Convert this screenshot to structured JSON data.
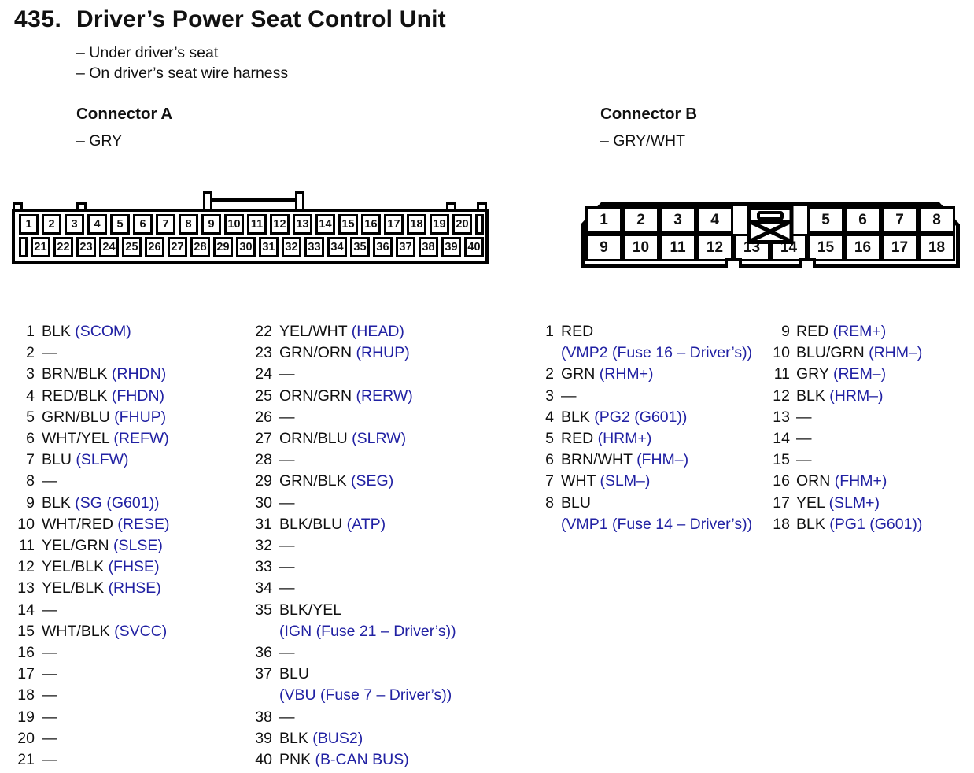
{
  "page": {
    "number": "435.",
    "title": "Driver’s Power Seat Control Unit",
    "locations": [
      "– Under driver’s seat",
      "– On driver’s seat wire harness"
    ]
  },
  "colors": {
    "signal_blue": "#2121a3",
    "outline_black": "#000000"
  },
  "connector_a": {
    "label": "Connector A",
    "color_note": "– GRY",
    "top_row_pins": [
      "1",
      "2",
      "3",
      "4",
      "5",
      "6",
      "7",
      "8",
      "9",
      "10",
      "11",
      "12",
      "13",
      "14",
      "15",
      "16",
      "17",
      "18",
      "19",
      "20",
      ""
    ],
    "bottom_row_pins": [
      "",
      "21",
      "22",
      "23",
      "24",
      "25",
      "26",
      "27",
      "28",
      "29",
      "30",
      "31",
      "32",
      "33",
      "34",
      "35",
      "36",
      "37",
      "38",
      "39",
      "40"
    ],
    "pins_col1": [
      {
        "pin": "1",
        "wire": "BLK",
        "signal": "(SCOM)"
      },
      {
        "pin": "2",
        "wire": "—"
      },
      {
        "pin": "3",
        "wire": "BRN/BLK",
        "signal": "(RHDN)"
      },
      {
        "pin": "4",
        "wire": "RED/BLK",
        "signal": "(FHDN)"
      },
      {
        "pin": "5",
        "wire": "GRN/BLU",
        "signal": "(FHUP)"
      },
      {
        "pin": "6",
        "wire": "WHT/YEL",
        "signal": "(REFW)"
      },
      {
        "pin": "7",
        "wire": "BLU",
        "signal": "(SLFW)"
      },
      {
        "pin": "8",
        "wire": "—"
      },
      {
        "pin": "9",
        "wire": "BLK",
        "signal": "(SG (G601))"
      },
      {
        "pin": "10",
        "wire": "WHT/RED",
        "signal": "(RESE)"
      },
      {
        "pin": "11",
        "wire": "YEL/GRN",
        "signal": "(SLSE)"
      },
      {
        "pin": "12",
        "wire": "YEL/BLK",
        "signal": "(FHSE)"
      },
      {
        "pin": "13",
        "wire": "YEL/BLK",
        "signal": "(RHSE)"
      },
      {
        "pin": "14",
        "wire": "—"
      },
      {
        "pin": "15",
        "wire": "WHT/BLK",
        "signal": "(SVCC)"
      },
      {
        "pin": "16",
        "wire": "—"
      },
      {
        "pin": "17",
        "wire": "—"
      },
      {
        "pin": "18",
        "wire": "—"
      },
      {
        "pin": "19",
        "wire": "—"
      },
      {
        "pin": "20",
        "wire": "—"
      },
      {
        "pin": "21",
        "wire": "—"
      }
    ],
    "pins_col2": [
      {
        "pin": "22",
        "wire": "YEL/WHT",
        "signal": "(HEAD)"
      },
      {
        "pin": "23",
        "wire": "GRN/ORN",
        "signal": "(RHUP)"
      },
      {
        "pin": "24",
        "wire": "—"
      },
      {
        "pin": "25",
        "wire": "ORN/GRN",
        "signal": "(RERW)"
      },
      {
        "pin": "26",
        "wire": "—"
      },
      {
        "pin": "27",
        "wire": "ORN/BLU",
        "signal": "(SLRW)"
      },
      {
        "pin": "28",
        "wire": "—"
      },
      {
        "pin": "29",
        "wire": "GRN/BLK",
        "signal": "(SEG)"
      },
      {
        "pin": "30",
        "wire": "—"
      },
      {
        "pin": "31",
        "wire": "BLK/BLU",
        "signal": "(ATP)"
      },
      {
        "pin": "32",
        "wire": "—"
      },
      {
        "pin": "33",
        "wire": "—"
      },
      {
        "pin": "34",
        "wire": "—"
      },
      {
        "pin": "35",
        "wire": "BLK/YEL",
        "signal": "(IGN (Fuse 21 – Driver’s))",
        "wrap": true
      },
      {
        "pin": "36",
        "wire": "—"
      },
      {
        "pin": "37",
        "wire": "BLU",
        "signal": "(VBU (Fuse 7 – Driver’s))",
        "wrap": true
      },
      {
        "pin": "38",
        "wire": "—"
      },
      {
        "pin": "39",
        "wire": "BLK",
        "signal": "(BUS2)"
      },
      {
        "pin": "40",
        "wire": "PNK",
        "signal": "(B-CAN BUS)"
      }
    ]
  },
  "connector_b": {
    "label": "Connector B",
    "color_note": "– GRY/WHT",
    "top_left_pins": [
      "1",
      "2",
      "3",
      "4"
    ],
    "top_right_pins": [
      "5",
      "6",
      "7",
      "8"
    ],
    "bottom_row_pins": [
      "9",
      "10",
      "11",
      "12",
      "13",
      "14",
      "15",
      "16",
      "17",
      "18"
    ],
    "pins_col1": [
      {
        "pin": "1",
        "wire": "RED",
        "signal": "(VMP2 (Fuse 16 – Driver’s))",
        "wrap": true
      },
      {
        "pin": "2",
        "wire": "GRN",
        "signal": "(RHM+)"
      },
      {
        "pin": "3",
        "wire": "—"
      },
      {
        "pin": "4",
        "wire": "BLK",
        "signal": "(PG2 (G601))"
      },
      {
        "pin": "5",
        "wire": "RED",
        "signal": "(HRM+)"
      },
      {
        "pin": "6",
        "wire": "BRN/WHT",
        "signal": "(FHM–)"
      },
      {
        "pin": "7",
        "wire": "WHT",
        "signal": "(SLM–)"
      },
      {
        "pin": "8",
        "wire": "BLU",
        "signal": "(VMP1 (Fuse 14 – Driver’s))",
        "wrap": true
      }
    ],
    "pins_col2": [
      {
        "pin": "9",
        "wire": "RED",
        "signal": "(REM+)"
      },
      {
        "pin": "10",
        "wire": "BLU/GRN",
        "signal": "(RHM–)"
      },
      {
        "pin": "11",
        "wire": "GRY",
        "signal": "(REM–)"
      },
      {
        "pin": "12",
        "wire": "BLK",
        "signal": "(HRM–)"
      },
      {
        "pin": "13",
        "wire": "—"
      },
      {
        "pin": "14",
        "wire": "—"
      },
      {
        "pin": "15",
        "wire": "—"
      },
      {
        "pin": "16",
        "wire": "ORN",
        "signal": "(FHM+)"
      },
      {
        "pin": "17",
        "wire": "YEL",
        "signal": "(SLM+)"
      },
      {
        "pin": "18",
        "wire": "BLK",
        "signal": "(PG1 (G601))"
      }
    ]
  }
}
